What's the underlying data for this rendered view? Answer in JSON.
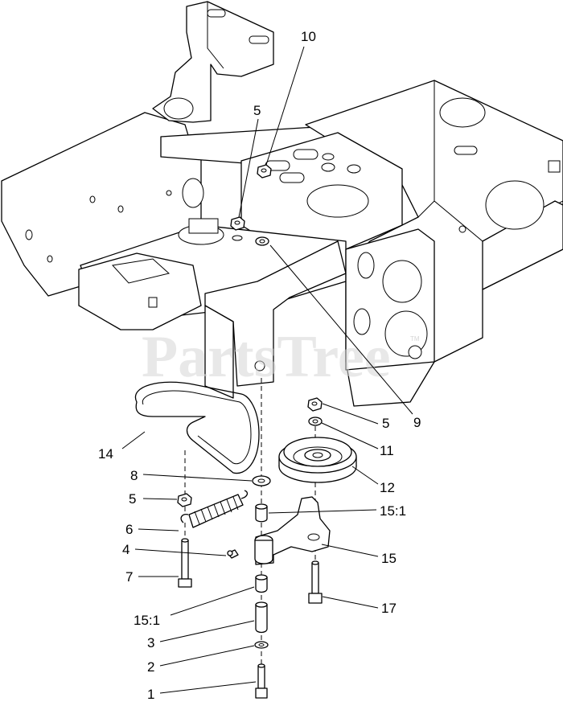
{
  "watermark": {
    "text": "PartsTree",
    "tm": "TM"
  },
  "callouts": [
    {
      "id": "c10",
      "label": "10"
    },
    {
      "id": "c5a",
      "label": "5"
    },
    {
      "id": "c9",
      "label": "9"
    },
    {
      "id": "c5b",
      "label": "5"
    },
    {
      "id": "c11",
      "label": "11"
    },
    {
      "id": "c14",
      "label": "14"
    },
    {
      "id": "c8",
      "label": "8"
    },
    {
      "id": "c12",
      "label": "12"
    },
    {
      "id": "c5c",
      "label": "5"
    },
    {
      "id": "c15a",
      "label": "15:1"
    },
    {
      "id": "c6",
      "label": "6"
    },
    {
      "id": "c4",
      "label": "4"
    },
    {
      "id": "c15",
      "label": "15"
    },
    {
      "id": "c7",
      "label": "7"
    },
    {
      "id": "c17",
      "label": "17"
    },
    {
      "id": "c15b",
      "label": "15:1"
    },
    {
      "id": "c3",
      "label": "3"
    },
    {
      "id": "c2",
      "label": "2"
    },
    {
      "id": "c1",
      "label": "1"
    }
  ]
}
